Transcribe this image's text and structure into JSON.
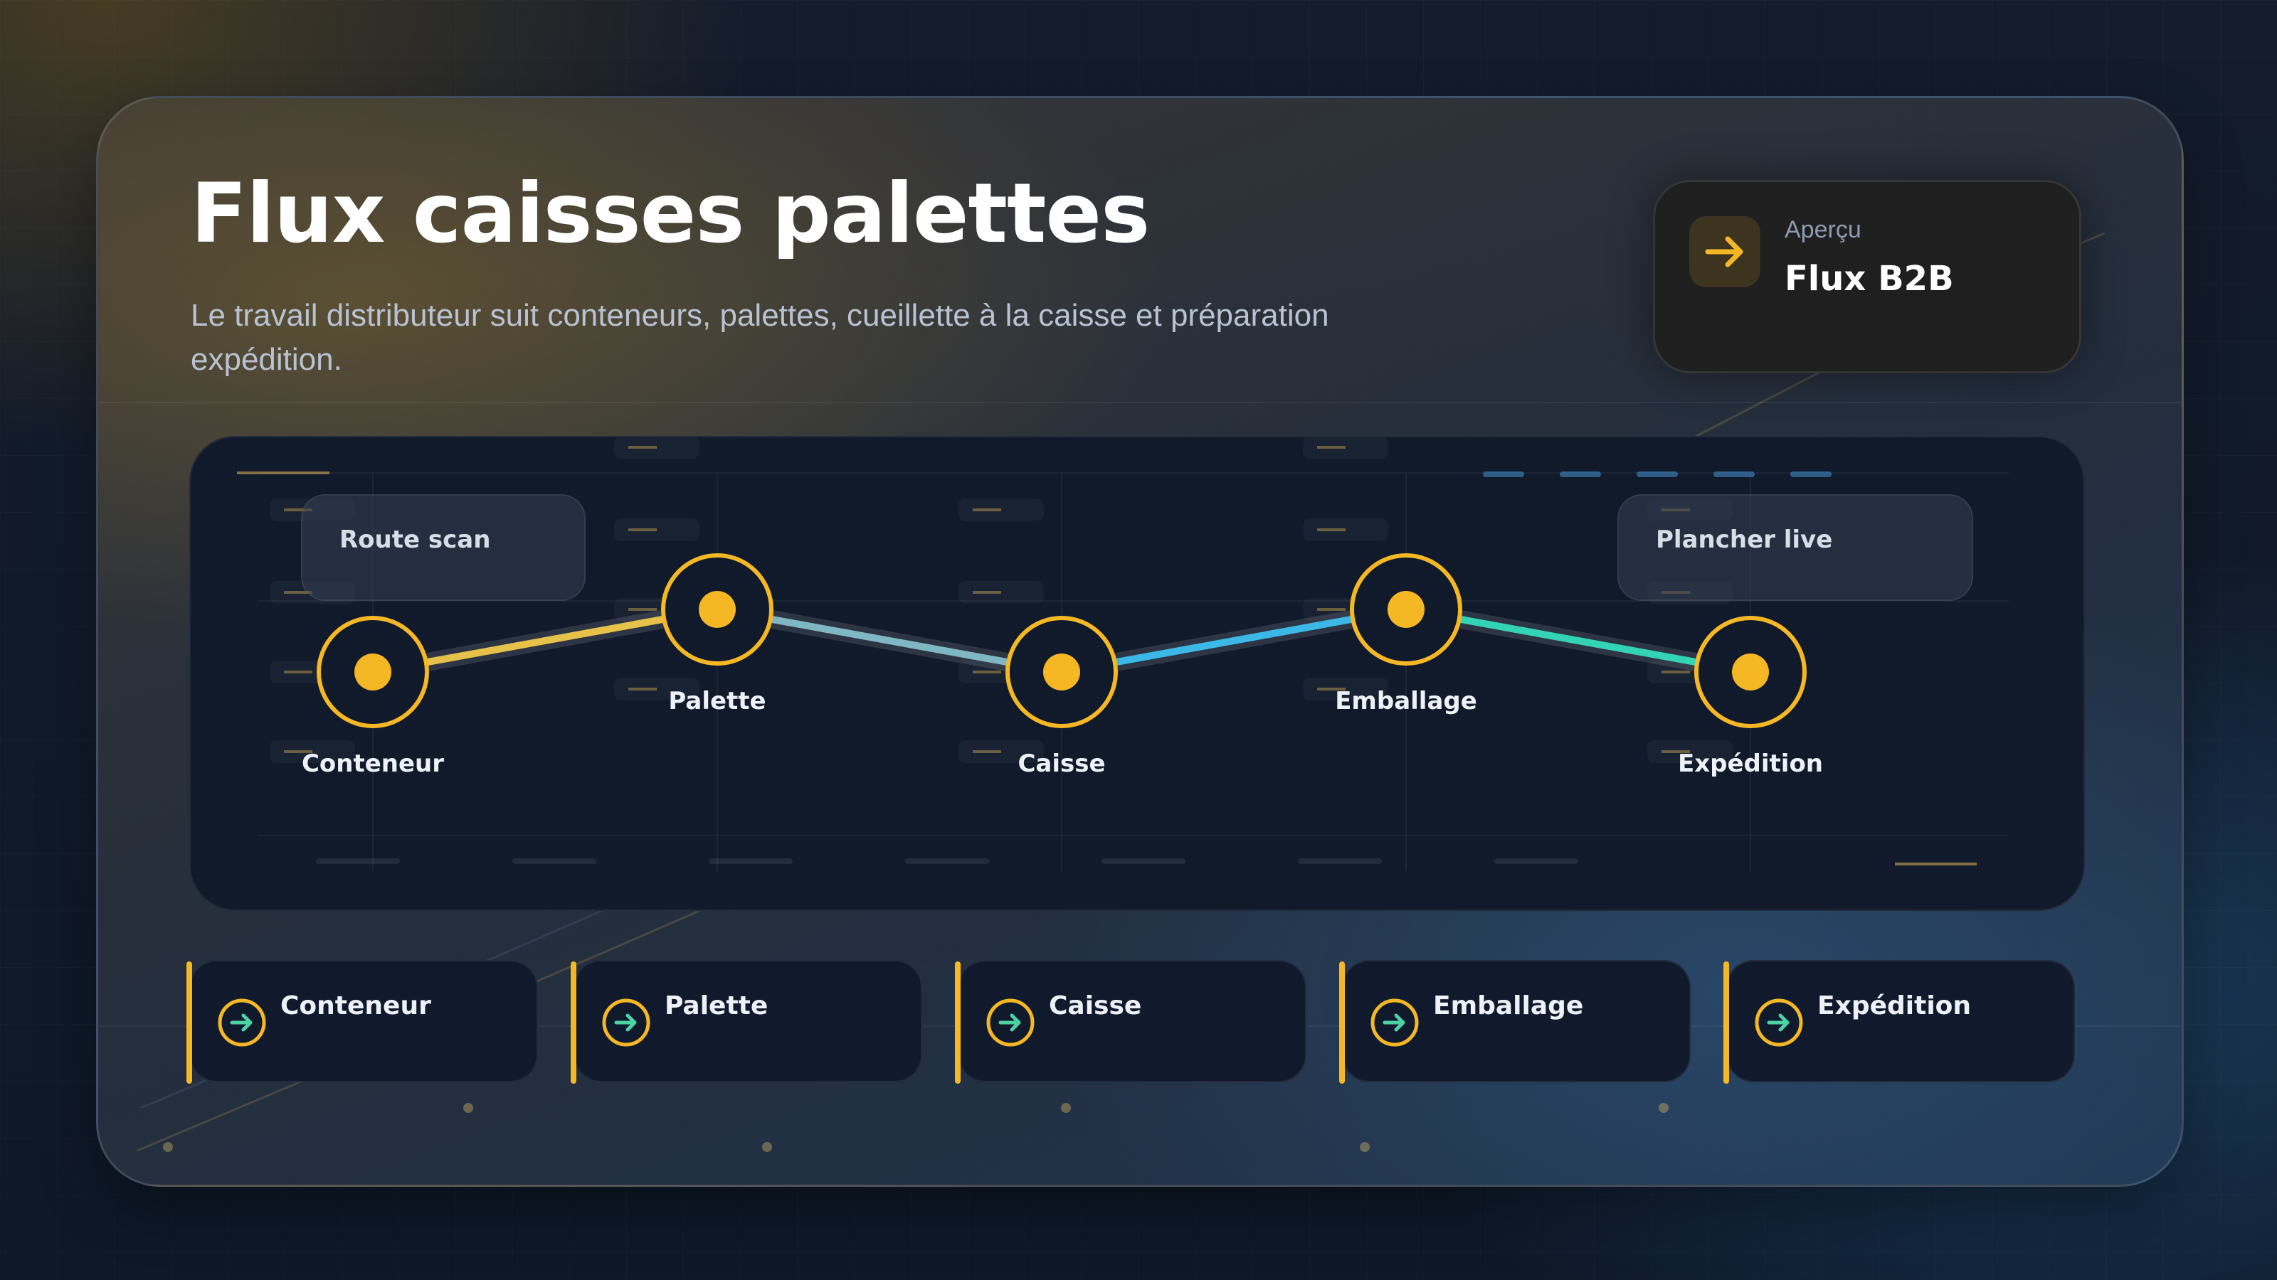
{
  "header": {
    "title": "Flux caisses palettes",
    "subtitle": "Le travail distributeur suit conteneurs, palettes, cueillette à la caisse et préparation expédition."
  },
  "overview": {
    "label": "Aperçu",
    "value": "Flux B2B",
    "icon": "arrow-right-icon"
  },
  "diagram": {
    "badges": [
      "Route scan",
      "Plancher live"
    ],
    "nodes": [
      {
        "id": "conteneur",
        "label": "Conteneur"
      },
      {
        "id": "palette",
        "label": "Palette"
      },
      {
        "id": "caisse",
        "label": "Caisse"
      },
      {
        "id": "emballage",
        "label": "Emballage"
      },
      {
        "id": "expedition",
        "label": "Expédition"
      }
    ],
    "colors": {
      "node": "#f5b824",
      "node_fill": "#101a2b",
      "segments": [
        "#e6c24a",
        "#7fb8c2",
        "#3bb8e6",
        "#33d3b6"
      ]
    }
  },
  "steps": [
    {
      "label": "Conteneur",
      "icon": "arrow-right-circle-icon"
    },
    {
      "label": "Palette",
      "icon": "arrow-right-circle-icon"
    },
    {
      "label": "Caisse",
      "icon": "arrow-right-circle-icon"
    },
    {
      "label": "Emballage",
      "icon": "arrow-right-circle-icon"
    },
    {
      "label": "Expédition",
      "icon": "arrow-right-circle-icon"
    }
  ],
  "theme": {
    "accent": "#f5b824",
    "icon_arrow": "#4cd3a4"
  }
}
